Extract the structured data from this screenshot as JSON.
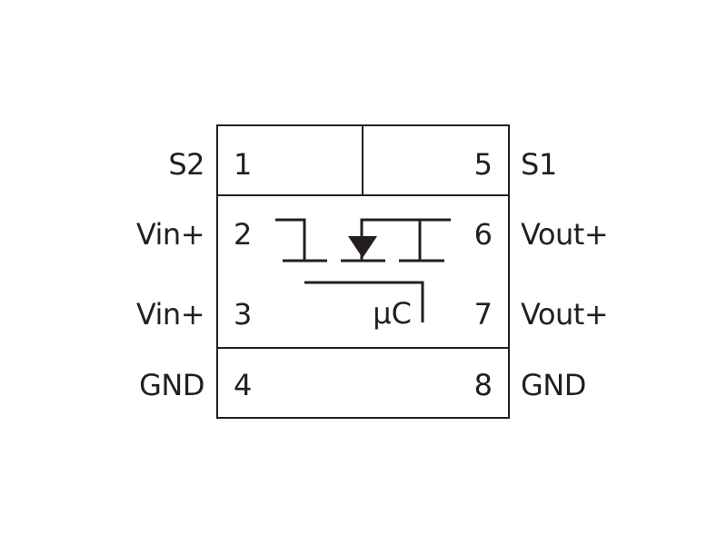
{
  "pins": [
    {
      "number": "1",
      "signal": "S2"
    },
    {
      "number": "2",
      "signal": "Vin+"
    },
    {
      "number": "3",
      "signal": "Vin+"
    },
    {
      "number": "4",
      "signal": "GND"
    },
    {
      "number": "5",
      "signal": "S1"
    },
    {
      "number": "6",
      "signal": "Vout+"
    },
    {
      "number": "7",
      "signal": "Vout+"
    },
    {
      "number": "8",
      "signal": "GND"
    }
  ],
  "symbol": {
    "controller_label": "μC",
    "icons": [
      "switch-icon",
      "diode-icon",
      "switch-icon"
    ]
  }
}
